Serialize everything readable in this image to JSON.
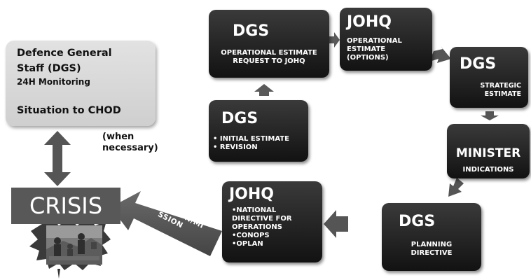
{
  "staff_box": {
    "line1": "Defence General",
    "line2": "Staff  (DGS)",
    "line3": "24H Monitoring",
    "line4": "Situation to CHOD"
  },
  "when_necessary": [
    "(when",
    "necessary)"
  ],
  "crisis": {
    "label": "CRISIS"
  },
  "operation_arrow": {
    "line1": "OPERATION/MI",
    "line2": "SSION"
  },
  "nodes": {
    "dgs_opest": {
      "title": "DGS",
      "lines": [
        "OPERATIONAL ESTIMATE",
        "REQUEST TO JOHQ"
      ]
    },
    "johq_options": {
      "title": "JOHQ",
      "lines": [
        "OPERATIONAL",
        "ESTIMATE",
        "(OPTIONS)"
      ]
    },
    "dgs_strategic": {
      "title": "DGS",
      "lines": [
        "STRATEGIC",
        "ESTIMATE"
      ]
    },
    "minister": {
      "title": "MINISTER",
      "lines": [
        "INDICATIONS"
      ]
    },
    "dgs_planning": {
      "title": "DGS",
      "lines": [
        "PLANNING",
        "DIRECTIVE"
      ]
    },
    "johq_directive": {
      "title": "JOHQ",
      "items": [
        "•NATIONAL",
        "DIRECTIVE FOR",
        "OPERATIONS",
        "•CONOPS",
        "•OPLAN"
      ]
    },
    "dgs_initial": {
      "title": "DGS",
      "items": [
        "• INITIAL ESTIMATE",
        "• REVISION"
      ]
    }
  },
  "colors": {
    "box_dark": "#1a1a1a",
    "box_light": "#d8d8d8",
    "arrow": "#555555",
    "crisis_bg": "#585858"
  }
}
